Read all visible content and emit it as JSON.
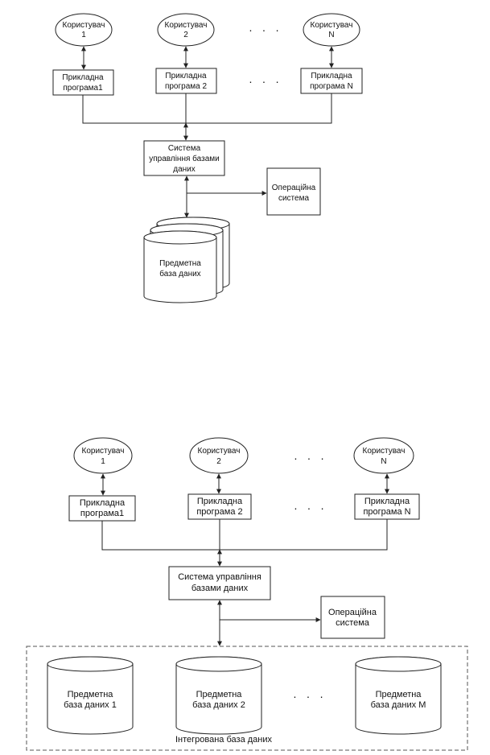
{
  "top": {
    "users": [
      {
        "line1": "Користувач",
        "line2": "1"
      },
      {
        "line1": "Користувач",
        "line2": "2"
      },
      {
        "line1": "Користувач",
        "line2": "N"
      }
    ],
    "programs": [
      {
        "line1": "Прикладна",
        "line2": "програма1"
      },
      {
        "line1": "Прикладна",
        "line2": "програма 2"
      },
      {
        "line1": "Прикладна",
        "line2": "програма N"
      }
    ],
    "ellipsis": "· · ·",
    "dbms": {
      "line1": "Система",
      "line2": "управління базами",
      "line3": "даних"
    },
    "os": {
      "line1": "Операційна",
      "line2": "система"
    },
    "database": {
      "line1": "Предметна",
      "line2": "база даних"
    }
  },
  "bottom": {
    "users": [
      {
        "line1": "Користувач",
        "line2": "1"
      },
      {
        "line1": "Користувач",
        "line2": "2"
      },
      {
        "line1": "Користувач",
        "line2": "N"
      }
    ],
    "programs": [
      {
        "line1": "Прикладна",
        "line2": "програма1"
      },
      {
        "line1": "Прикладна",
        "line2": "програма 2"
      },
      {
        "line1": "Прикладна",
        "line2": "програма N"
      }
    ],
    "ellipsis": "· · ·",
    "dbms": {
      "line1": "Система управління",
      "line2": "базами даних"
    },
    "os": {
      "line1": "Операційна",
      "line2": "система"
    },
    "databases": [
      {
        "line1": "Предметна",
        "line2": "база даних 1"
      },
      {
        "line1": "Предметна",
        "line2": "база даних 2"
      },
      {
        "line1": "Предметна",
        "line2": "база даних M"
      }
    ],
    "integrated_label": "Інтегрована база даних"
  }
}
